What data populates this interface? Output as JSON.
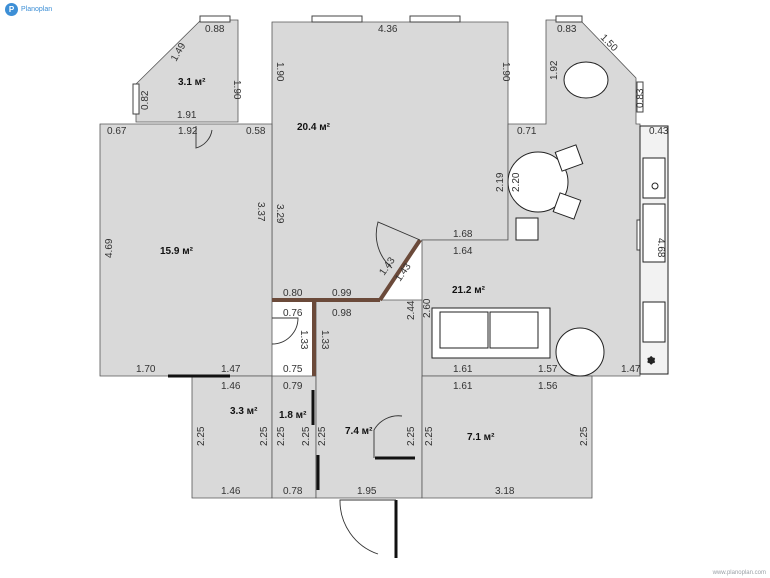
{
  "brand": {
    "name": "Planoplan",
    "url": "www.planoplan.com"
  },
  "areas": {
    "bay_room": "3.1 м²",
    "top_room": "20.4 м²",
    "left_room": "15.9 м²",
    "living_room": "21.2 м²",
    "room_3_3": "3.3 м²",
    "room_1_8": "1.8 м²",
    "hall": "7.4 м²",
    "room_7_1": "7.1 м²"
  },
  "dims": [
    "0.88",
    "1.49",
    "1.90",
    "0.82",
    "1.91",
    "1.92",
    "0.67",
    "0.58",
    "4.36",
    "1.90",
    "1.90",
    "0.83",
    "1.50",
    "1.92",
    "0.83",
    "0.43",
    "0.71",
    "2.19",
    "2.20",
    "1.68",
    "1.64",
    "4.68",
    "3.37",
    "3.29",
    "4.69",
    "1.43",
    "1.43",
    "0.80",
    "0.99",
    "0.76",
    "0.98",
    "2.44",
    "2.60",
    "1.33",
    "1.33",
    "1.70",
    "1.47",
    "0.75",
    "1.46",
    "0.79",
    "1.61",
    "1.57",
    "1.47",
    "1.61",
    "1.56",
    "2.25",
    "2.25",
    "2.25",
    "2.25",
    "2.25",
    "2.25",
    "2.25",
    "1.46",
    "0.78",
    "1.95",
    "3.18"
  ]
}
